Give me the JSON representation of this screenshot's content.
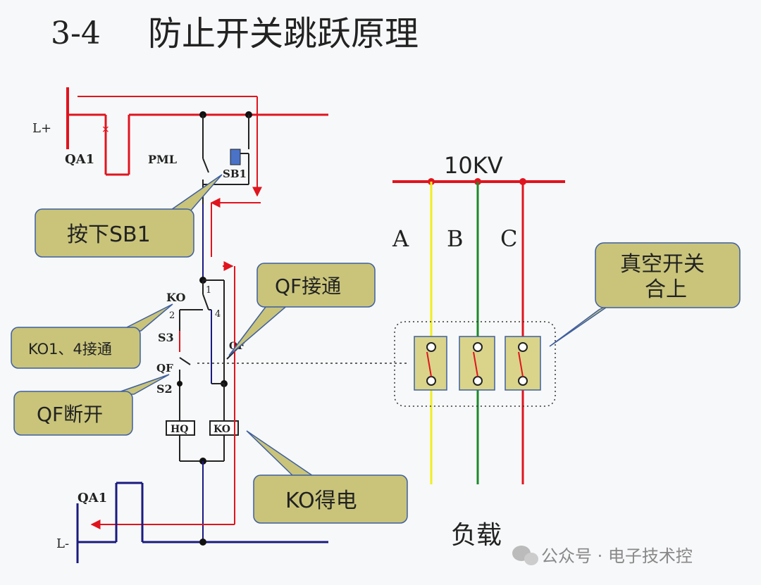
{
  "title": {
    "number": "3-4",
    "text": "防止开关跳跃原理"
  },
  "circuit": {
    "l_plus": "L+",
    "l_minus": "L-",
    "qa1_top": "QA1",
    "qa1_bottom": "QA1",
    "pml": "PML",
    "sb1": "SB1",
    "ko": "KO",
    "terminal_1": "1",
    "terminal_2": "2",
    "terminal_4": "4",
    "s3": "S3",
    "s2": "S2",
    "qf_left": "QF",
    "qf_mid": "QF",
    "hq_coil": "HQ",
    "ko_coil": "KO"
  },
  "callouts": {
    "press_sb1": "按下SB1",
    "qf_connected": "QF接通",
    "ko1_4_connected": "KO1、4接通",
    "qf_open": "QF断开",
    "ko_energized": "KO得电",
    "vacuum_switch_line1": "真空开关",
    "vacuum_switch_line2": "合上"
  },
  "power": {
    "voltage": "10KV",
    "phase_a": "A",
    "phase_b": "B",
    "phase_c": "C",
    "load": "负载"
  },
  "watermark": {
    "text": "公众号 · 电子技术控"
  },
  "colors": {
    "red": "#e0141e",
    "navy": "#1a1a80",
    "yellow": "#f0ee20",
    "green": "#1a8a2a",
    "callout_fill": "#c9c47a",
    "callout_stroke": "#3f5fa0"
  }
}
